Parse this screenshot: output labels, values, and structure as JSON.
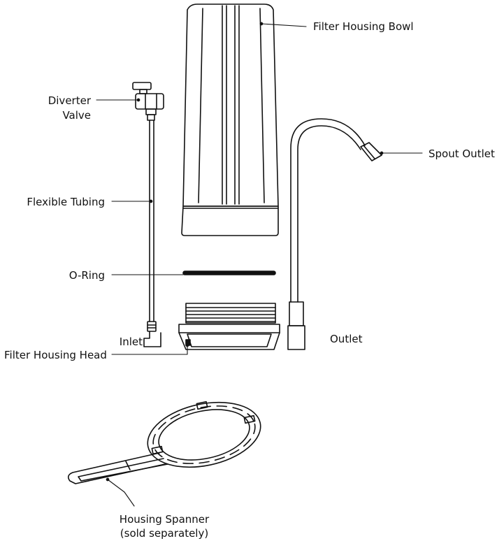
{
  "labels": {
    "filter_housing_bowl": "Filter Housing Bowl",
    "diverter_valve_line1": "Diverter",
    "diverter_valve_line2": "Valve",
    "spout_outlet": "Spout Outlet",
    "flexible_tubing": "Flexible Tubing",
    "o_ring": "O-Ring",
    "inlet": "Inlet",
    "outlet": "Outlet",
    "filter_housing_head": "Filter Housing Head",
    "housing_spanner_line1": "Housing Spanner",
    "housing_spanner_line2": "(sold separately)"
  },
  "colors": {
    "stroke": "#111111",
    "background": "#ffffff"
  }
}
